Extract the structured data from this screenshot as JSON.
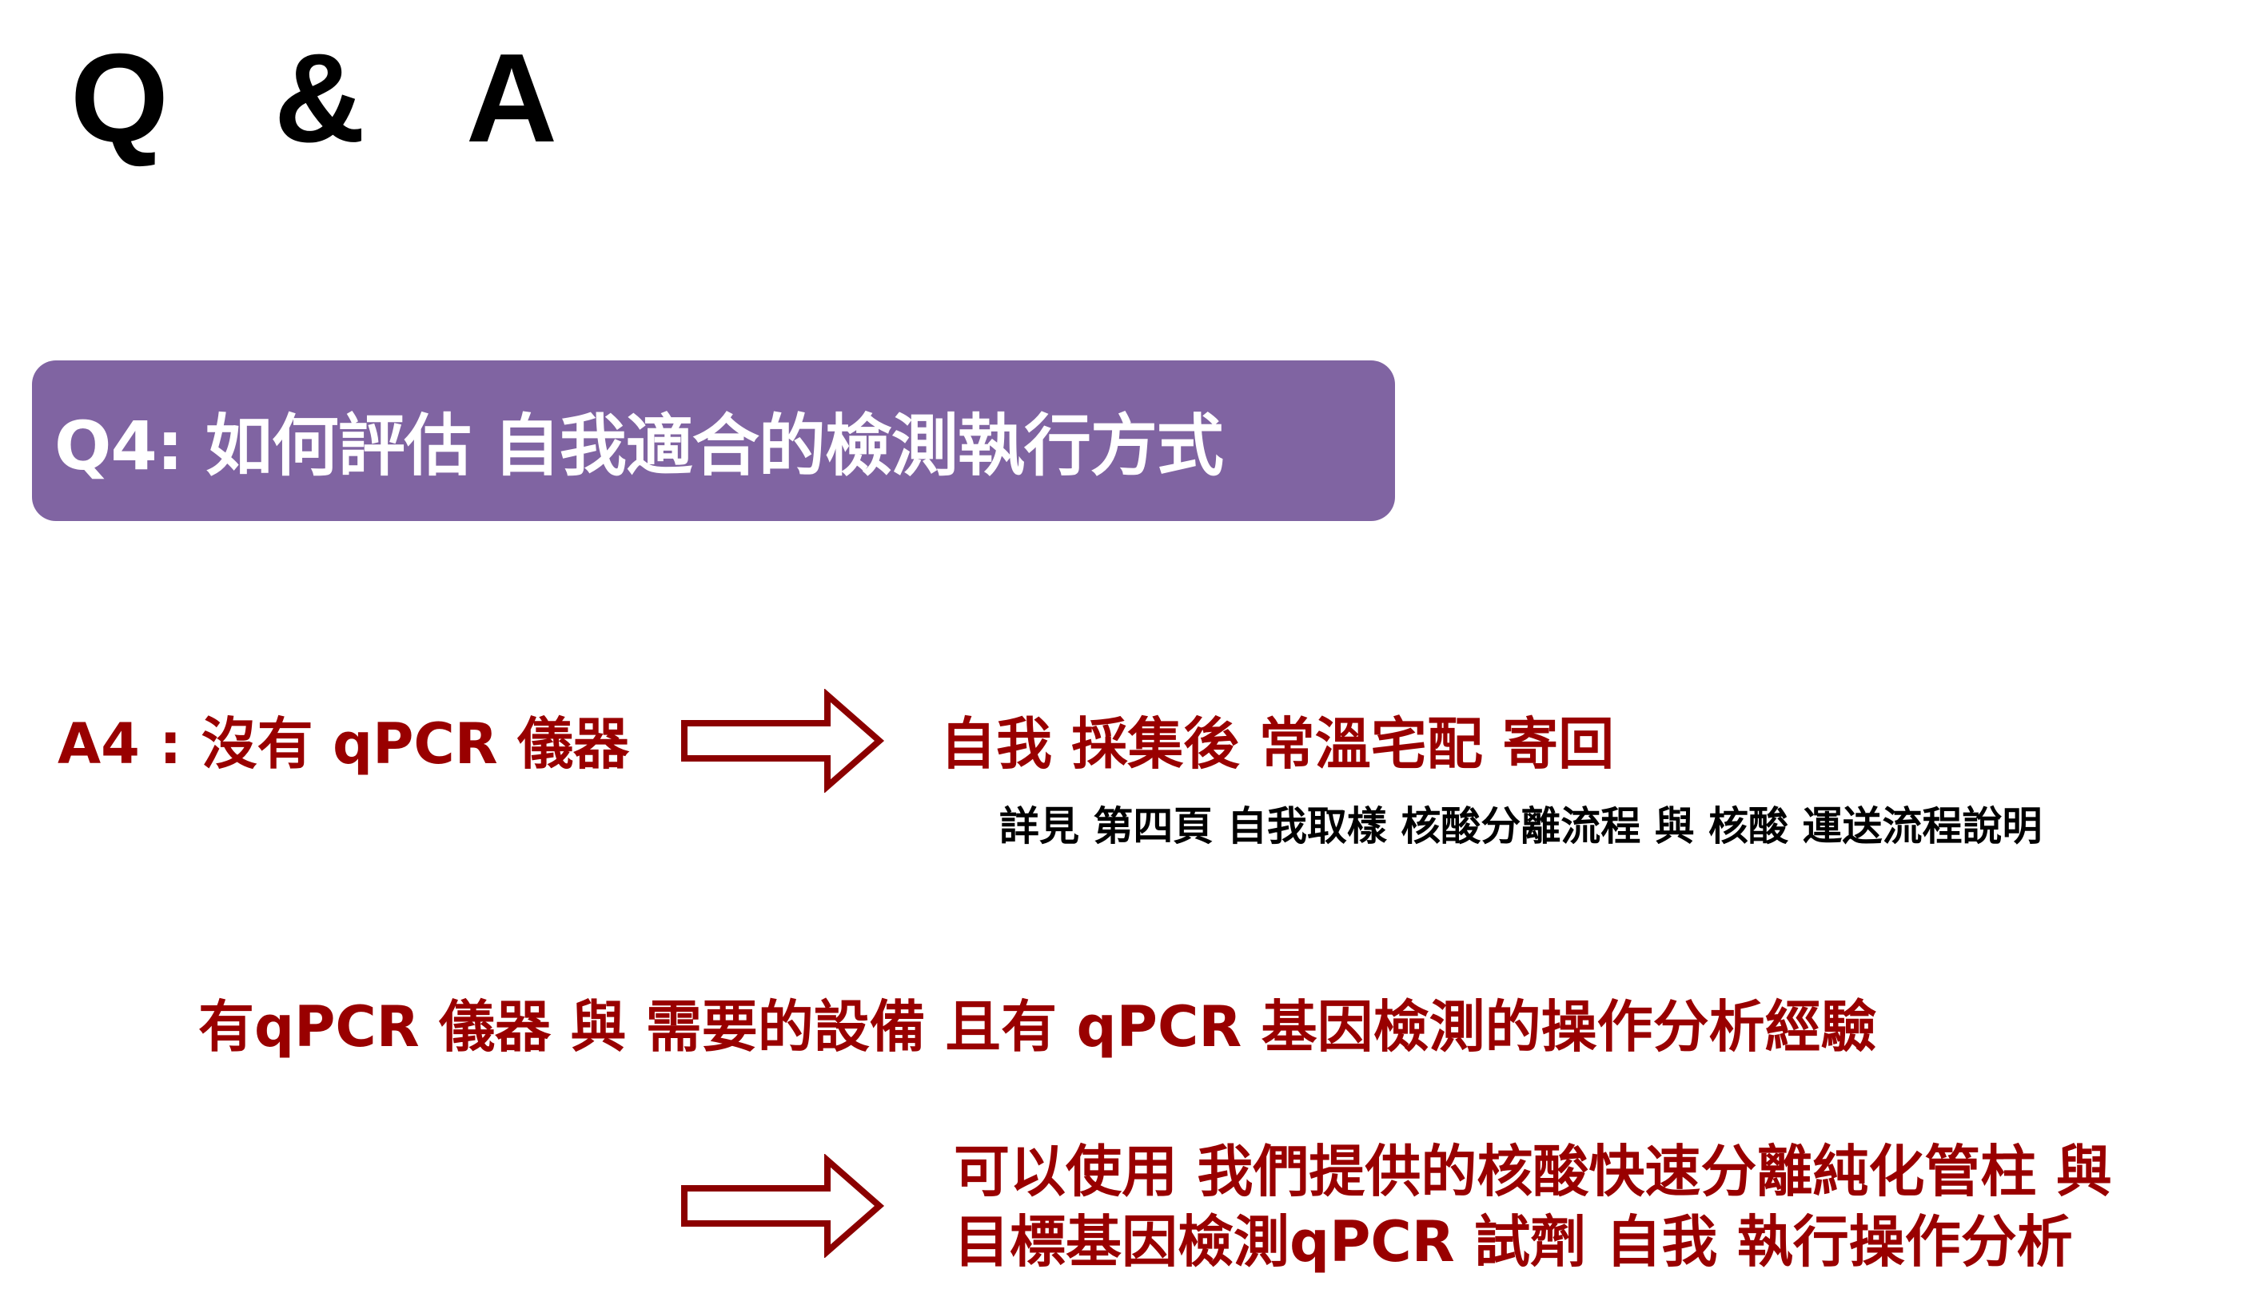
{
  "slide": {
    "title": "Q & A"
  },
  "question": {
    "text": "Q4: 如何評估 自我適合的檢測執行方式"
  },
  "answer": {
    "label": "A4 : 沒有 qPCR 儀器",
    "result": "自我 採集後 常溫宅配 寄回",
    "note": "詳見 第四頁 自我取樣 核酸分離流程 與 核酸 運送流程說明",
    "condition": "有qPCR 儀器 與 需要的設備 且有 qPCR 基因檢測的操作分析經驗",
    "result2_line1": "可以使用 我們提供的核酸快速分離純化管柱 與",
    "result2_line2": "目標基因檢測qPCR 試劑 自我 執行操作分析"
  },
  "colors": {
    "accent_purple": "#8064a2",
    "answer_red": "#990000",
    "arrow_red": "#8b0000"
  },
  "icons": {
    "arrow1": "right-arrow-icon",
    "arrow2": "right-arrow-icon"
  }
}
